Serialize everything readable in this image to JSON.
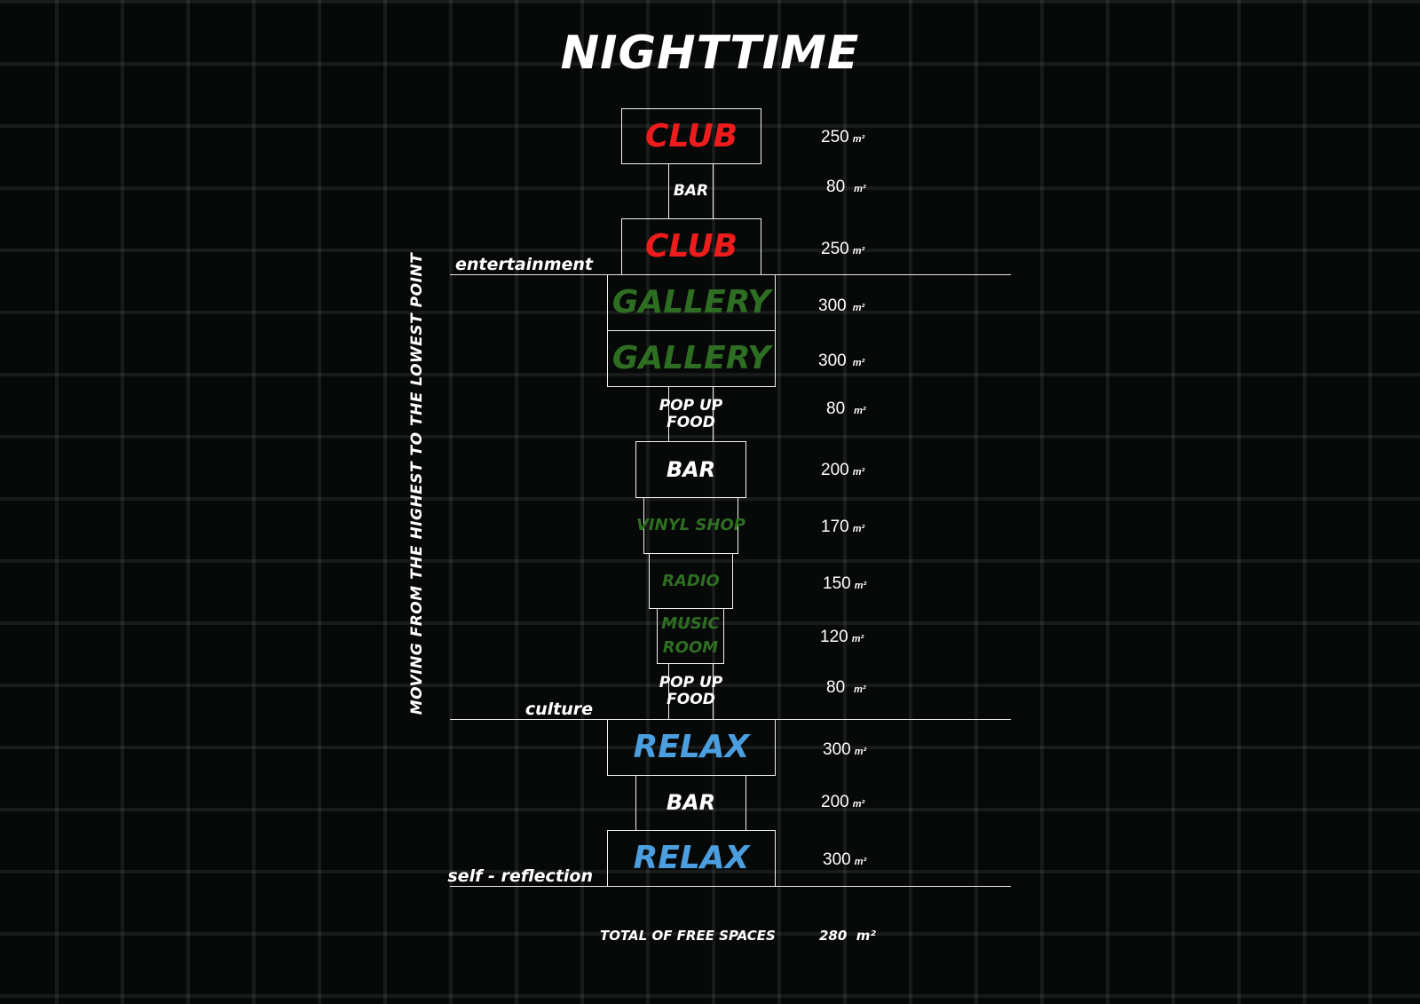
{
  "title": "NIGHTTIME",
  "side_label": "MOVING FROM THE HIGHEST TO THE LOWEST POINT",
  "zones": [
    "entertainment",
    "culture",
    "self - reflection"
  ],
  "spaces": [
    {
      "label": "CLUB",
      "color": "#ee1c1c",
      "area": "250"
    },
    {
      "label": "BAR",
      "color": "#ffffff",
      "area": "80"
    },
    {
      "label": "CLUB",
      "color": "#ee1c1c",
      "area": "250"
    },
    {
      "label": "GALLERY",
      "color": "#2e6e22",
      "area": "300"
    },
    {
      "label": "GALLERY",
      "color": "#2e6e22",
      "area": "300"
    },
    {
      "label": "POP UP FOOD",
      "lines": [
        "POP UP",
        "FOOD"
      ],
      "color": "#ffffff",
      "area": "80"
    },
    {
      "label": "BAR",
      "color": "#ffffff",
      "area": "200"
    },
    {
      "label": "VINYL SHOP",
      "color": "#2e6e22",
      "area": "170"
    },
    {
      "label": "RADIO",
      "color": "#2e6e22",
      "area": "150"
    },
    {
      "label": "MUSIC ROOM",
      "lines": [
        "MUSIC",
        "ROOM"
      ],
      "color": "#2e6e22",
      "area": "120"
    },
    {
      "label": "POP UP FOOD",
      "lines": [
        "POP UP",
        "FOOD"
      ],
      "color": "#ffffff",
      "area": "80"
    },
    {
      "label": "RELAX",
      "color": "#4b9fe0",
      "area": "300"
    },
    {
      "label": "BAR",
      "color": "#ffffff",
      "area": "200"
    },
    {
      "label": "RELAX",
      "color": "#4b9fe0",
      "area": "300"
    }
  ],
  "unit": "m²",
  "total": {
    "label": "TOTAL OF FREE SPACES",
    "value": "280",
    "unit": "m²"
  }
}
